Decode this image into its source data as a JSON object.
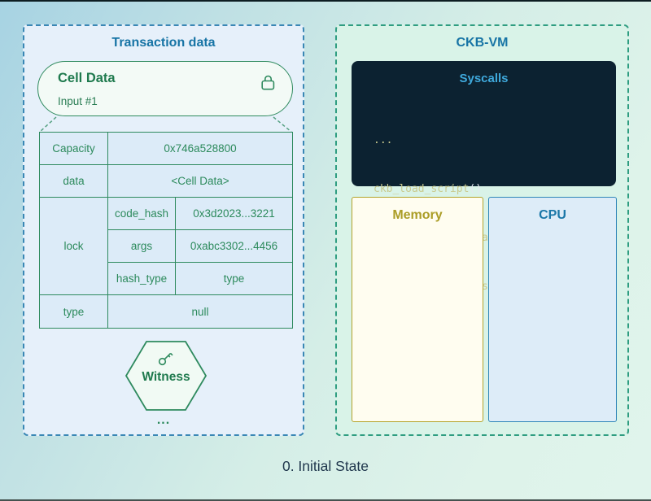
{
  "left_panel": {
    "title": "Transaction data",
    "cell_header": {
      "title": "Cell Data",
      "subtitle": "Input #1"
    },
    "table": {
      "rows": [
        {
          "label": "Capacity",
          "value": "0x746a528800"
        },
        {
          "label": "data",
          "value": "<Cell Data>"
        },
        {
          "label": "lock",
          "sub_rows": [
            {
              "key": "code_hash",
              "value": "0x3d2023...3221"
            },
            {
              "key": "args",
              "value": "0xabc3302...4456"
            },
            {
              "key": "hash_type",
              "value": "type"
            }
          ]
        },
        {
          "label": "type",
          "value": "null"
        }
      ]
    },
    "witness_label": "Witness",
    "ellipsis": "..."
  },
  "right_panel": {
    "title": "CKB-VM",
    "syscalls": {
      "title": "Syscalls",
      "lines": [
        {
          "name": "...",
          "suffix": ""
        },
        {
          "name": "ckb_load_script",
          "suffix": "()"
        },
        {
          "name": "ckb_load_cell_data",
          "suffix": "()"
        },
        {
          "name": "ckb_load_witnesses",
          "suffix": "()"
        },
        {
          "name": "...",
          "suffix": ""
        }
      ]
    },
    "memory_label": "Memory",
    "cpu_label": "CPU"
  },
  "caption": "0. Initial State",
  "colors": {
    "green_stroke": "#2e8a5e",
    "blue_title": "#1774a5",
    "syscalls_bg": "#0c2231",
    "syscalls_title": "#3fa9dc",
    "code_text": "#c9ca8e",
    "memory_accent": "#b3a32b",
    "cpu_accent": "#2e86b8",
    "left_border": "#3a87b5",
    "right_border": "#2f9d81",
    "caption_text": "#20374d"
  }
}
